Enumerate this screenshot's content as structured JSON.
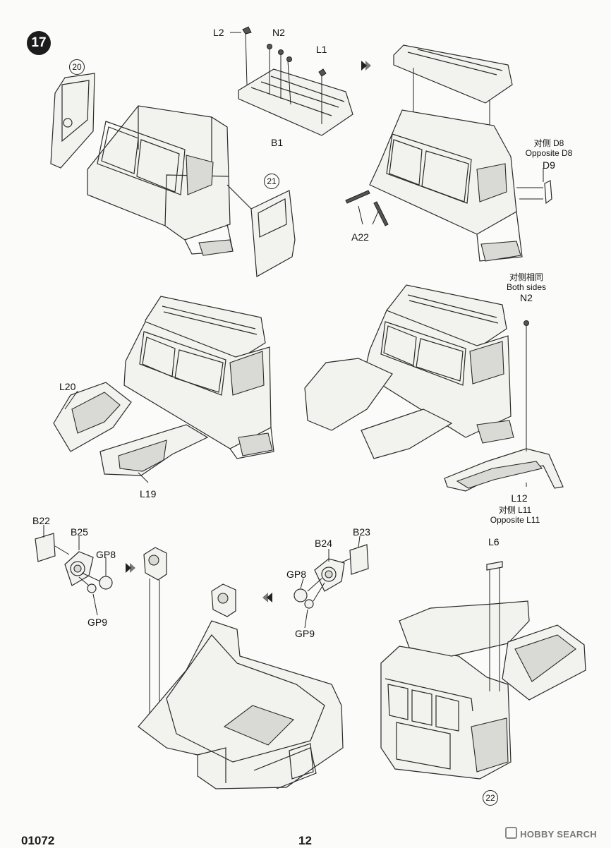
{
  "step": "17",
  "footer": {
    "code": "01072",
    "page": "12"
  },
  "watermark": "HOBBY SEARCH",
  "labels": {
    "a_20": "20",
    "a_21": "21",
    "a_L2": "L2",
    "a_N2": "N2",
    "a_L1": "L1",
    "a_B1": "B1",
    "b_D8_cn": "对侧 D8",
    "b_D8_en": "Opposite  D8",
    "b_D9": "D9",
    "b_A22": "A22",
    "c_L20": "L20",
    "c_L19": "L19",
    "d_both_cn": "对侧相同",
    "d_both_en": "Both sides",
    "d_N2": "N2",
    "d_L12": "L12",
    "d_L11_cn": "对侧  L11",
    "d_L11_en": "Opposite  L11",
    "e_B22": "B22",
    "e_B25": "B25",
    "e_GP8": "GP8",
    "e_GP9": "GP9",
    "f_B24": "B24",
    "f_B23": "B23",
    "f_GP8": "GP8",
    "f_GP9": "GP9",
    "g_L6": "L6",
    "g_22": "22"
  }
}
